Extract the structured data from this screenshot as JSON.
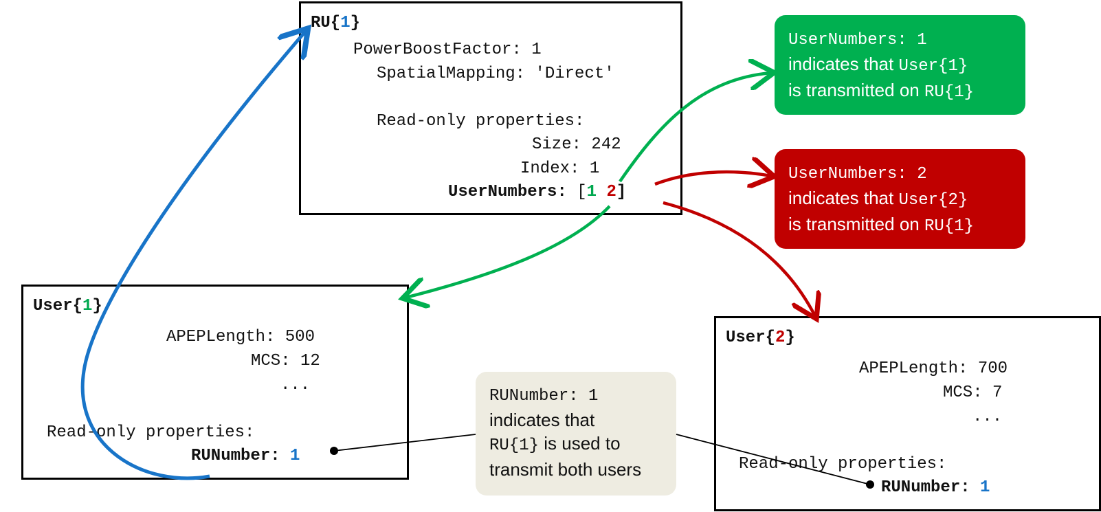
{
  "ru_box": {
    "title_prefix": "RU{",
    "title_index": "1",
    "title_suffix": "}",
    "power_boost": "PowerBoostFactor: 1",
    "spatial_mapping": "SpatialMapping: 'Direct'",
    "readonly_label": "Read-only properties:",
    "size": "Size: 242",
    "index": "Index: 1",
    "user_numbers_label": "UserNumbers",
    "user_numbers_open": ": [",
    "user_numbers_1": "1",
    "user_numbers_2": "2",
    "user_numbers_close": "]"
  },
  "user1_box": {
    "title_prefix": "User{",
    "title_index": "1",
    "title_suffix": "}",
    "apep_length": "APEPLength: 500",
    "mcs": "MCS: 12",
    "ellipsis": "...",
    "readonly_label": "Read-only properties:",
    "ru_number_label": "RUNumber",
    "ru_number_sep": ": ",
    "ru_number_value": "1"
  },
  "user2_box": {
    "title_prefix": "User{",
    "title_index": "2",
    "title_suffix": "}",
    "apep_length": "APEPLength: 700",
    "mcs": "MCS: 7",
    "ellipsis": "...",
    "readonly_label": "Read-only properties:",
    "ru_number_label": "RUNumber",
    "ru_number_sep": ": ",
    "ru_number_value": "1"
  },
  "note_green": {
    "line1": "UserNumbers: 1",
    "line2_text": "indicates that ",
    "line2_code": "User{1}",
    "line3_text": "is transmitted on ",
    "line3_code": "RU{1}"
  },
  "note_red": {
    "line1": "UserNumbers: 2",
    "line2_text": "indicates that ",
    "line2_code": "User{2}",
    "line3_text": "is transmitted on ",
    "line3_code": "RU{1}"
  },
  "note_beige": {
    "line1": "RUNumber: 1",
    "line2": "indicates that",
    "line3_code": "RU{1}",
    "line3_text": " is used to",
    "line4": "transmit both users"
  },
  "colors": {
    "blue": "#1874c8",
    "green": "#00b050",
    "red": "#c00000",
    "beige": "#eeece1"
  }
}
